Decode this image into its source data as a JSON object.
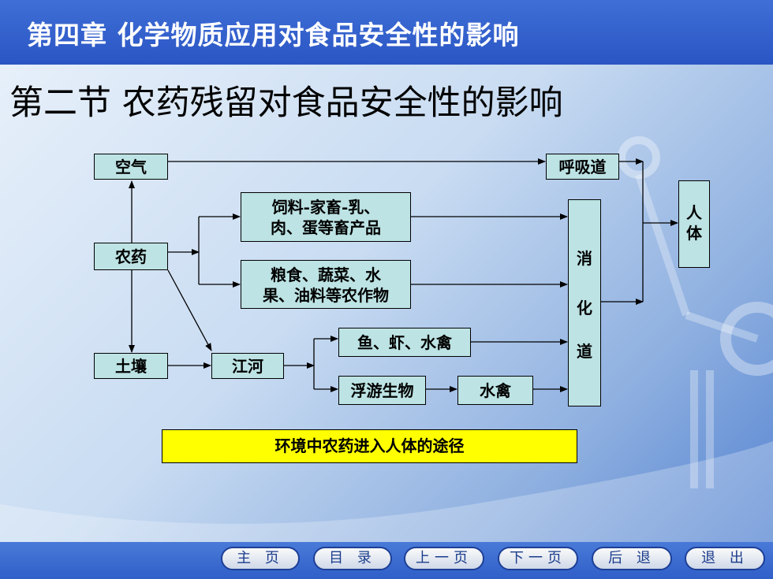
{
  "header": {
    "chapter_title": "第四章  化学物质应用对食品安全性的影响"
  },
  "section_title": "第二节 农药残留对食品安全性的影响",
  "diagram": {
    "nodes": {
      "air": "空气",
      "respiratory": "呼吸道",
      "human_line1": "人",
      "human_line2": "体",
      "feed_line1": "饲料-家畜-乳、",
      "feed_line2": "肉、蛋等畜产品",
      "pesticide": "农药",
      "grain_line1": "粮食、蔬菜、水",
      "grain_line2": "果、油料等农作物",
      "digestive_line1": "消",
      "digestive_line2": "化",
      "digestive_line3": "道",
      "fish": "鱼、虾、水禽",
      "soil": "土壤",
      "river": "江河",
      "plankton": "浮游生物",
      "waterfowl": "水禽"
    },
    "caption": "环境中农药进入人体的途径"
  },
  "nav": {
    "home": "主 页",
    "contents": "目 录",
    "prev": "上一页",
    "next": "下一页",
    "back": "后 退",
    "exit": "退 出"
  }
}
